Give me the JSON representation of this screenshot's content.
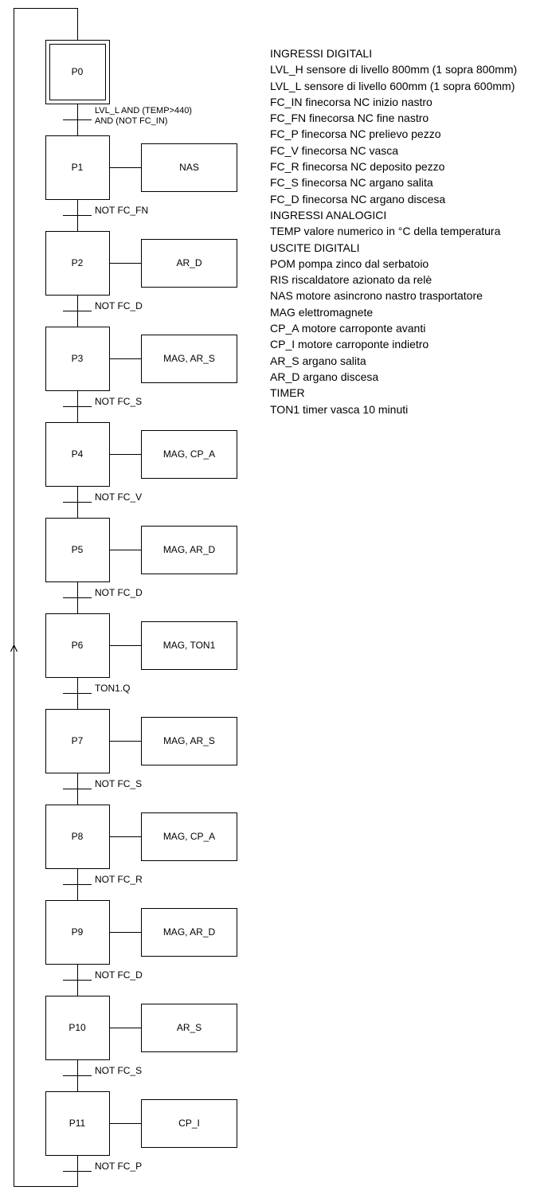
{
  "diagram": {
    "steps": [
      {
        "id": "P0",
        "initial": true,
        "actions": "",
        "transition": "LVL_L AND (TEMP>440)\nAND (NOT FC_IN)"
      },
      {
        "id": "P1",
        "actions": "NAS",
        "transition": "NOT FC_FN"
      },
      {
        "id": "P2",
        "actions": "AR_D",
        "transition": "NOT FC_D"
      },
      {
        "id": "P3",
        "actions": "MAG, AR_S",
        "transition": "NOT FC_S"
      },
      {
        "id": "P4",
        "actions": "MAG, CP_A",
        "transition": "NOT FC_V"
      },
      {
        "id": "P5",
        "actions": "MAG, AR_D",
        "transition": "NOT FC_D"
      },
      {
        "id": "P6",
        "actions": "MAG, TON1",
        "transition": "TON1.Q"
      },
      {
        "id": "P7",
        "actions": "MAG, AR_S",
        "transition": "NOT FC_S"
      },
      {
        "id": "P8",
        "actions": "MAG, CP_A",
        "transition": "NOT FC_R"
      },
      {
        "id": "P9",
        "actions": "MAG, AR_D",
        "transition": "NOT FC_D"
      },
      {
        "id": "P10",
        "actions": "AR_S",
        "transition": "NOT FC_S"
      },
      {
        "id": "P11",
        "actions": "CP_I",
        "transition": "NOT FC_P"
      }
    ]
  },
  "legend": [
    "INGRESSI DIGITALI",
    "LVL_H sensore di livello 800mm (1 sopra 800mm)",
    "LVL_L sensore di livello 600mm (1 sopra 600mm)",
    "FC_IN finecorsa NC inizio nastro",
    "FC_FN finecorsa NC fine nastro",
    "FC_P finecorsa NC prelievo pezzo",
    "FC_V finecorsa NC vasca",
    "FC_R finecorsa NC deposito pezzo",
    "FC_S finecorsa NC argano salita",
    "FC_D finecorsa NC argano discesa",
    "INGRESSI ANALOGICI",
    "TEMP valore numerico in °C della temperatura",
    "USCITE DIGITALI",
    "POM pompa zinco dal serbatoio",
    "RIS riscaldatore azionato da relè",
    "NAS motore asincrono nastro trasportatore",
    "MAG elettromagnete",
    "CP_A motore carroponte avanti",
    "CP_I motore carroponte indietro",
    "AR_S argano salita",
    "AR_D argano discesa",
    "TIMER",
    "TON1 timer vasca 10 minuti"
  ]
}
